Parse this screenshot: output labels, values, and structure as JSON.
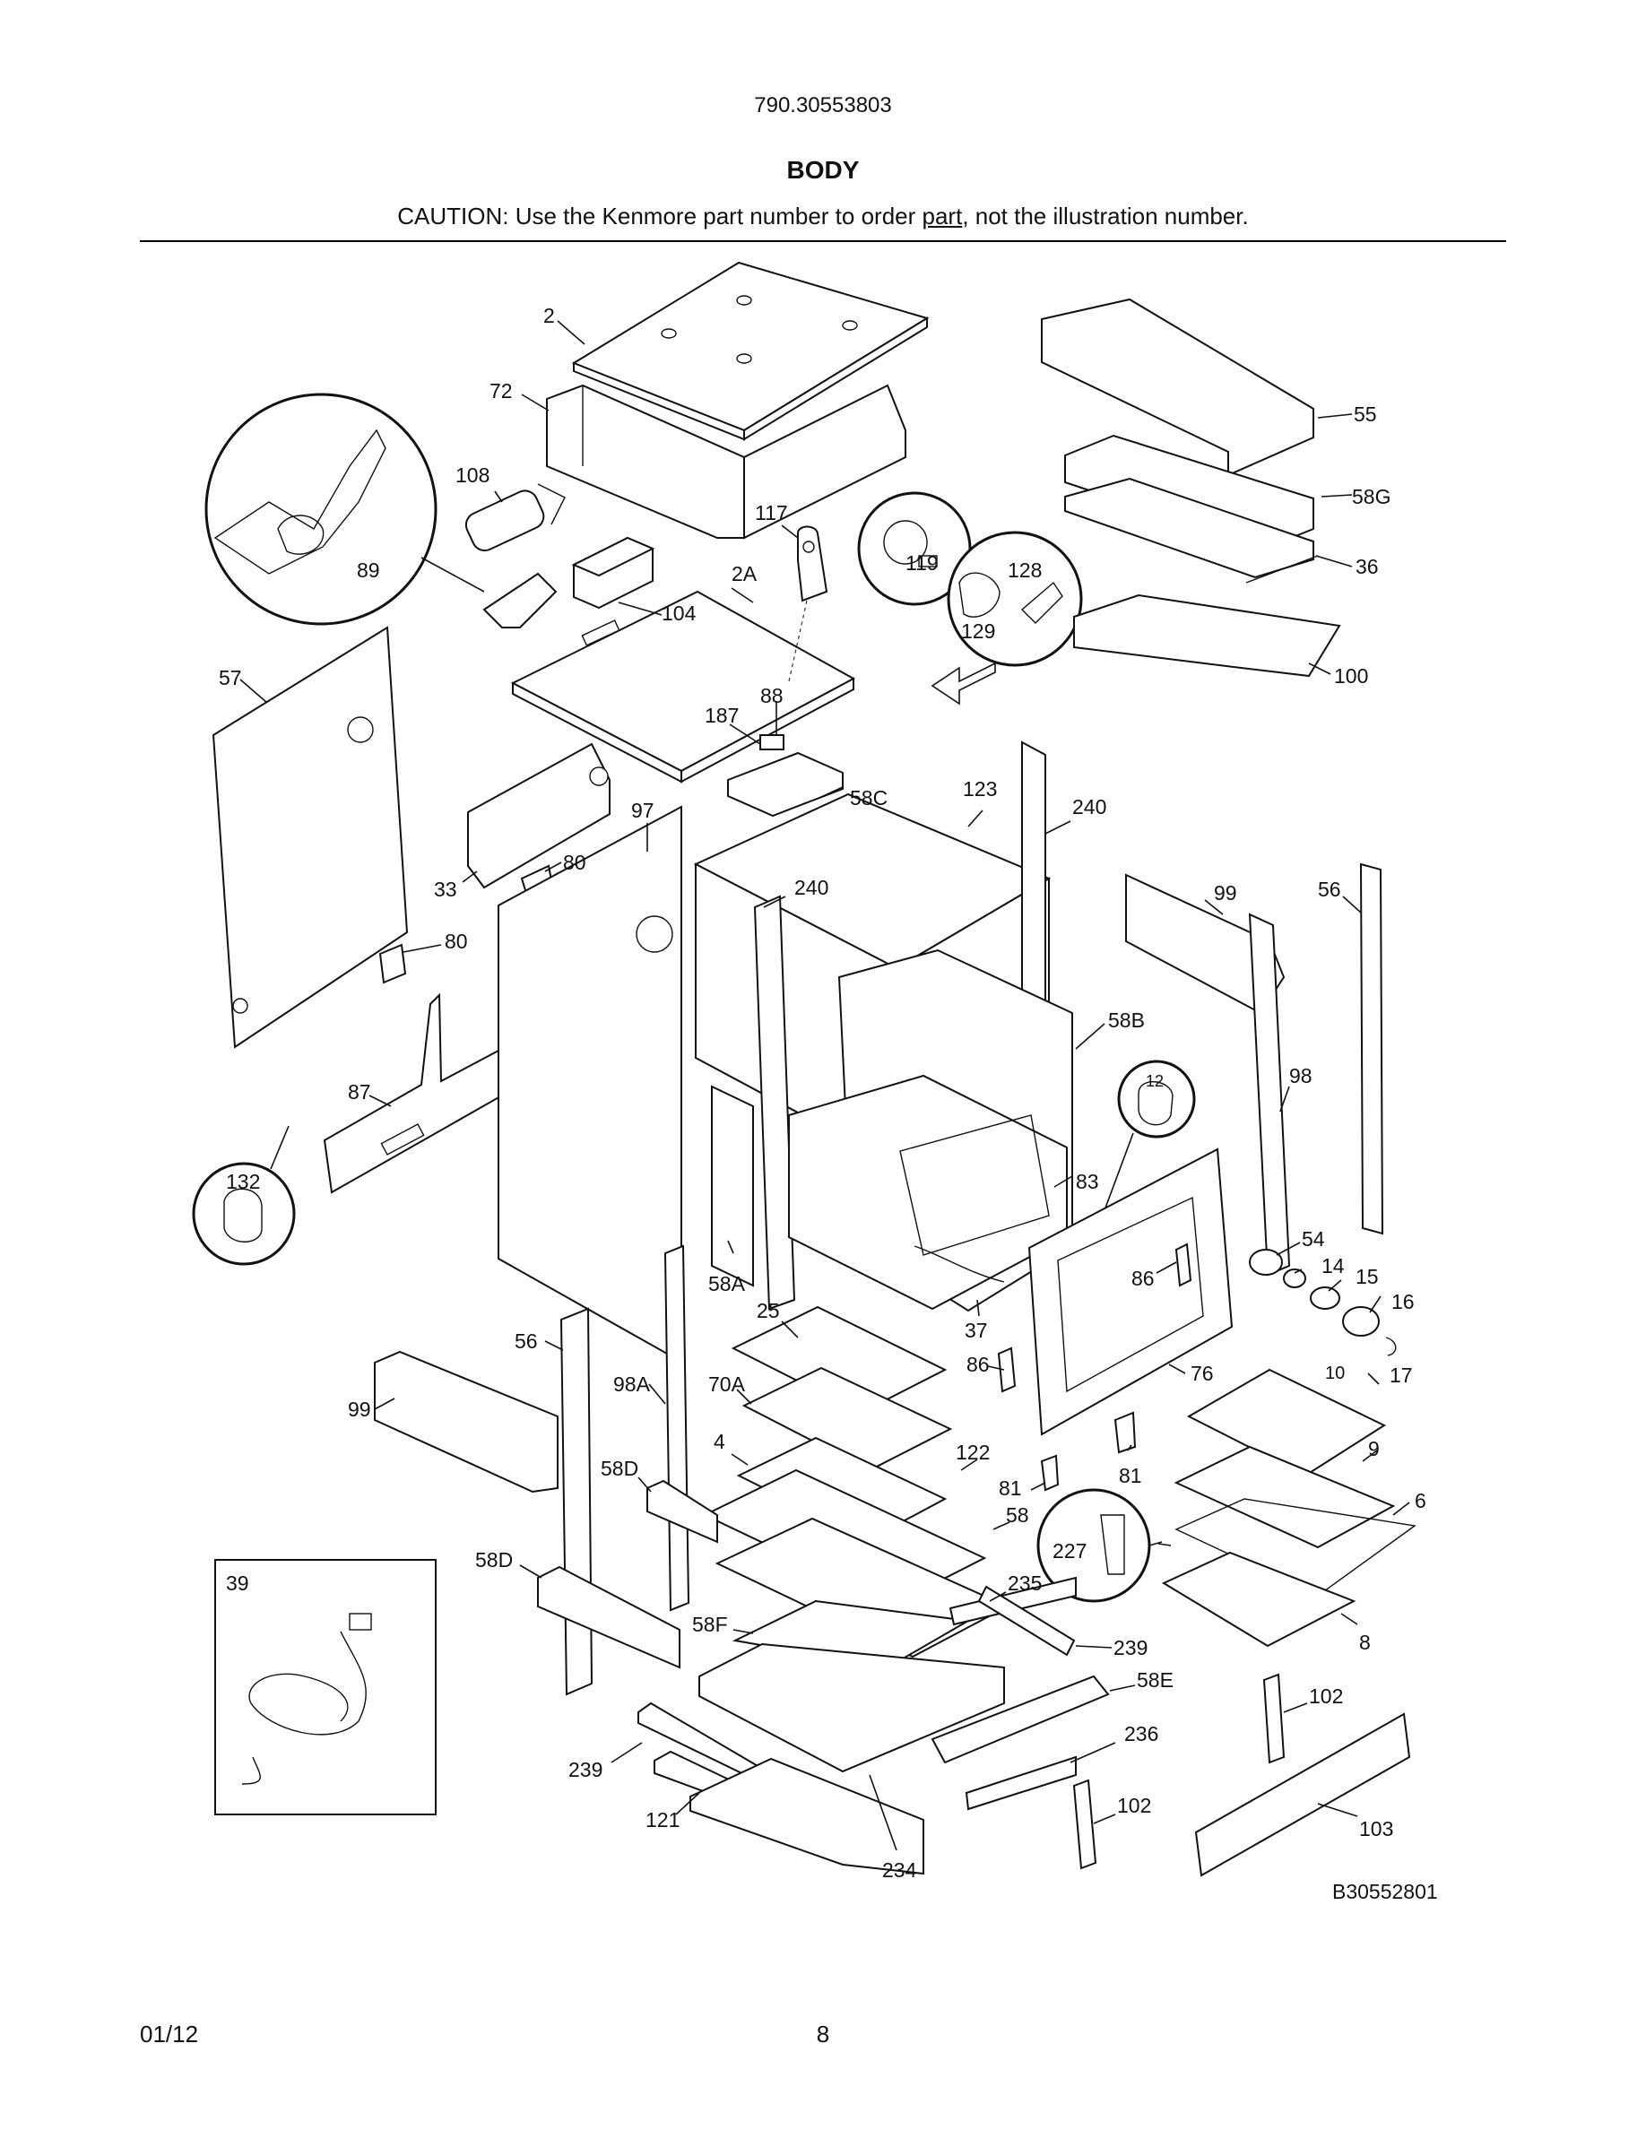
{
  "header": {
    "model": "790.30553803",
    "title": "BODY",
    "caution_before": "CAUTION: Use the Kenmore part number to order ",
    "caution_underlined": "part",
    "caution_after": ", not the illustration number."
  },
  "diagram": {
    "drawing_id": "B30552801",
    "labels": {
      "l2": "2",
      "l72": "72",
      "l108": "108",
      "l89": "89",
      "l117": "117",
      "l119": "119",
      "l128": "128",
      "l129": "129",
      "l2A": "2A",
      "l104": "104",
      "l55": "55",
      "l58G": "58G",
      "l36": "36",
      "l100": "100",
      "l57": "57",
      "l187": "187",
      "l88": "88",
      "l58C": "58C",
      "l123": "123",
      "l240a": "240",
      "l97": "97",
      "l240b": "240",
      "l33": "33",
      "l80a": "80",
      "l80b": "80",
      "l99a": "99",
      "l56a": "56",
      "l58B": "58B",
      "l98": "98",
      "l12": "12",
      "l87": "87",
      "l132": "132",
      "l83": "83",
      "l58A": "58A",
      "l86a": "86",
      "l54": "54",
      "l14": "14",
      "l15": "15",
      "l16": "16",
      "l25": "25",
      "l37": "37",
      "l56b": "56",
      "l98A": "98A",
      "l70A": "70A",
      "l86b": "86",
      "l76": "76",
      "l10": "10",
      "l17": "17",
      "l99b": "99",
      "l4": "4",
      "l122": "122",
      "l81a": "81",
      "l81b": "81",
      "l9": "9",
      "l58D1": "58D",
      "l58": "58",
      "l6": "6",
      "l227": "227",
      "l58D2": "58D",
      "l39": "39",
      "l235": "235",
      "l58F": "58F",
      "l239a": "239",
      "l58E": "58E",
      "l8": "8",
      "l102a": "102",
      "l236": "236",
      "l239b": "239",
      "l102b": "102",
      "l121": "121",
      "l103": "103",
      "l234": "234"
    }
  },
  "footer": {
    "date": "01/12",
    "page": "8"
  }
}
